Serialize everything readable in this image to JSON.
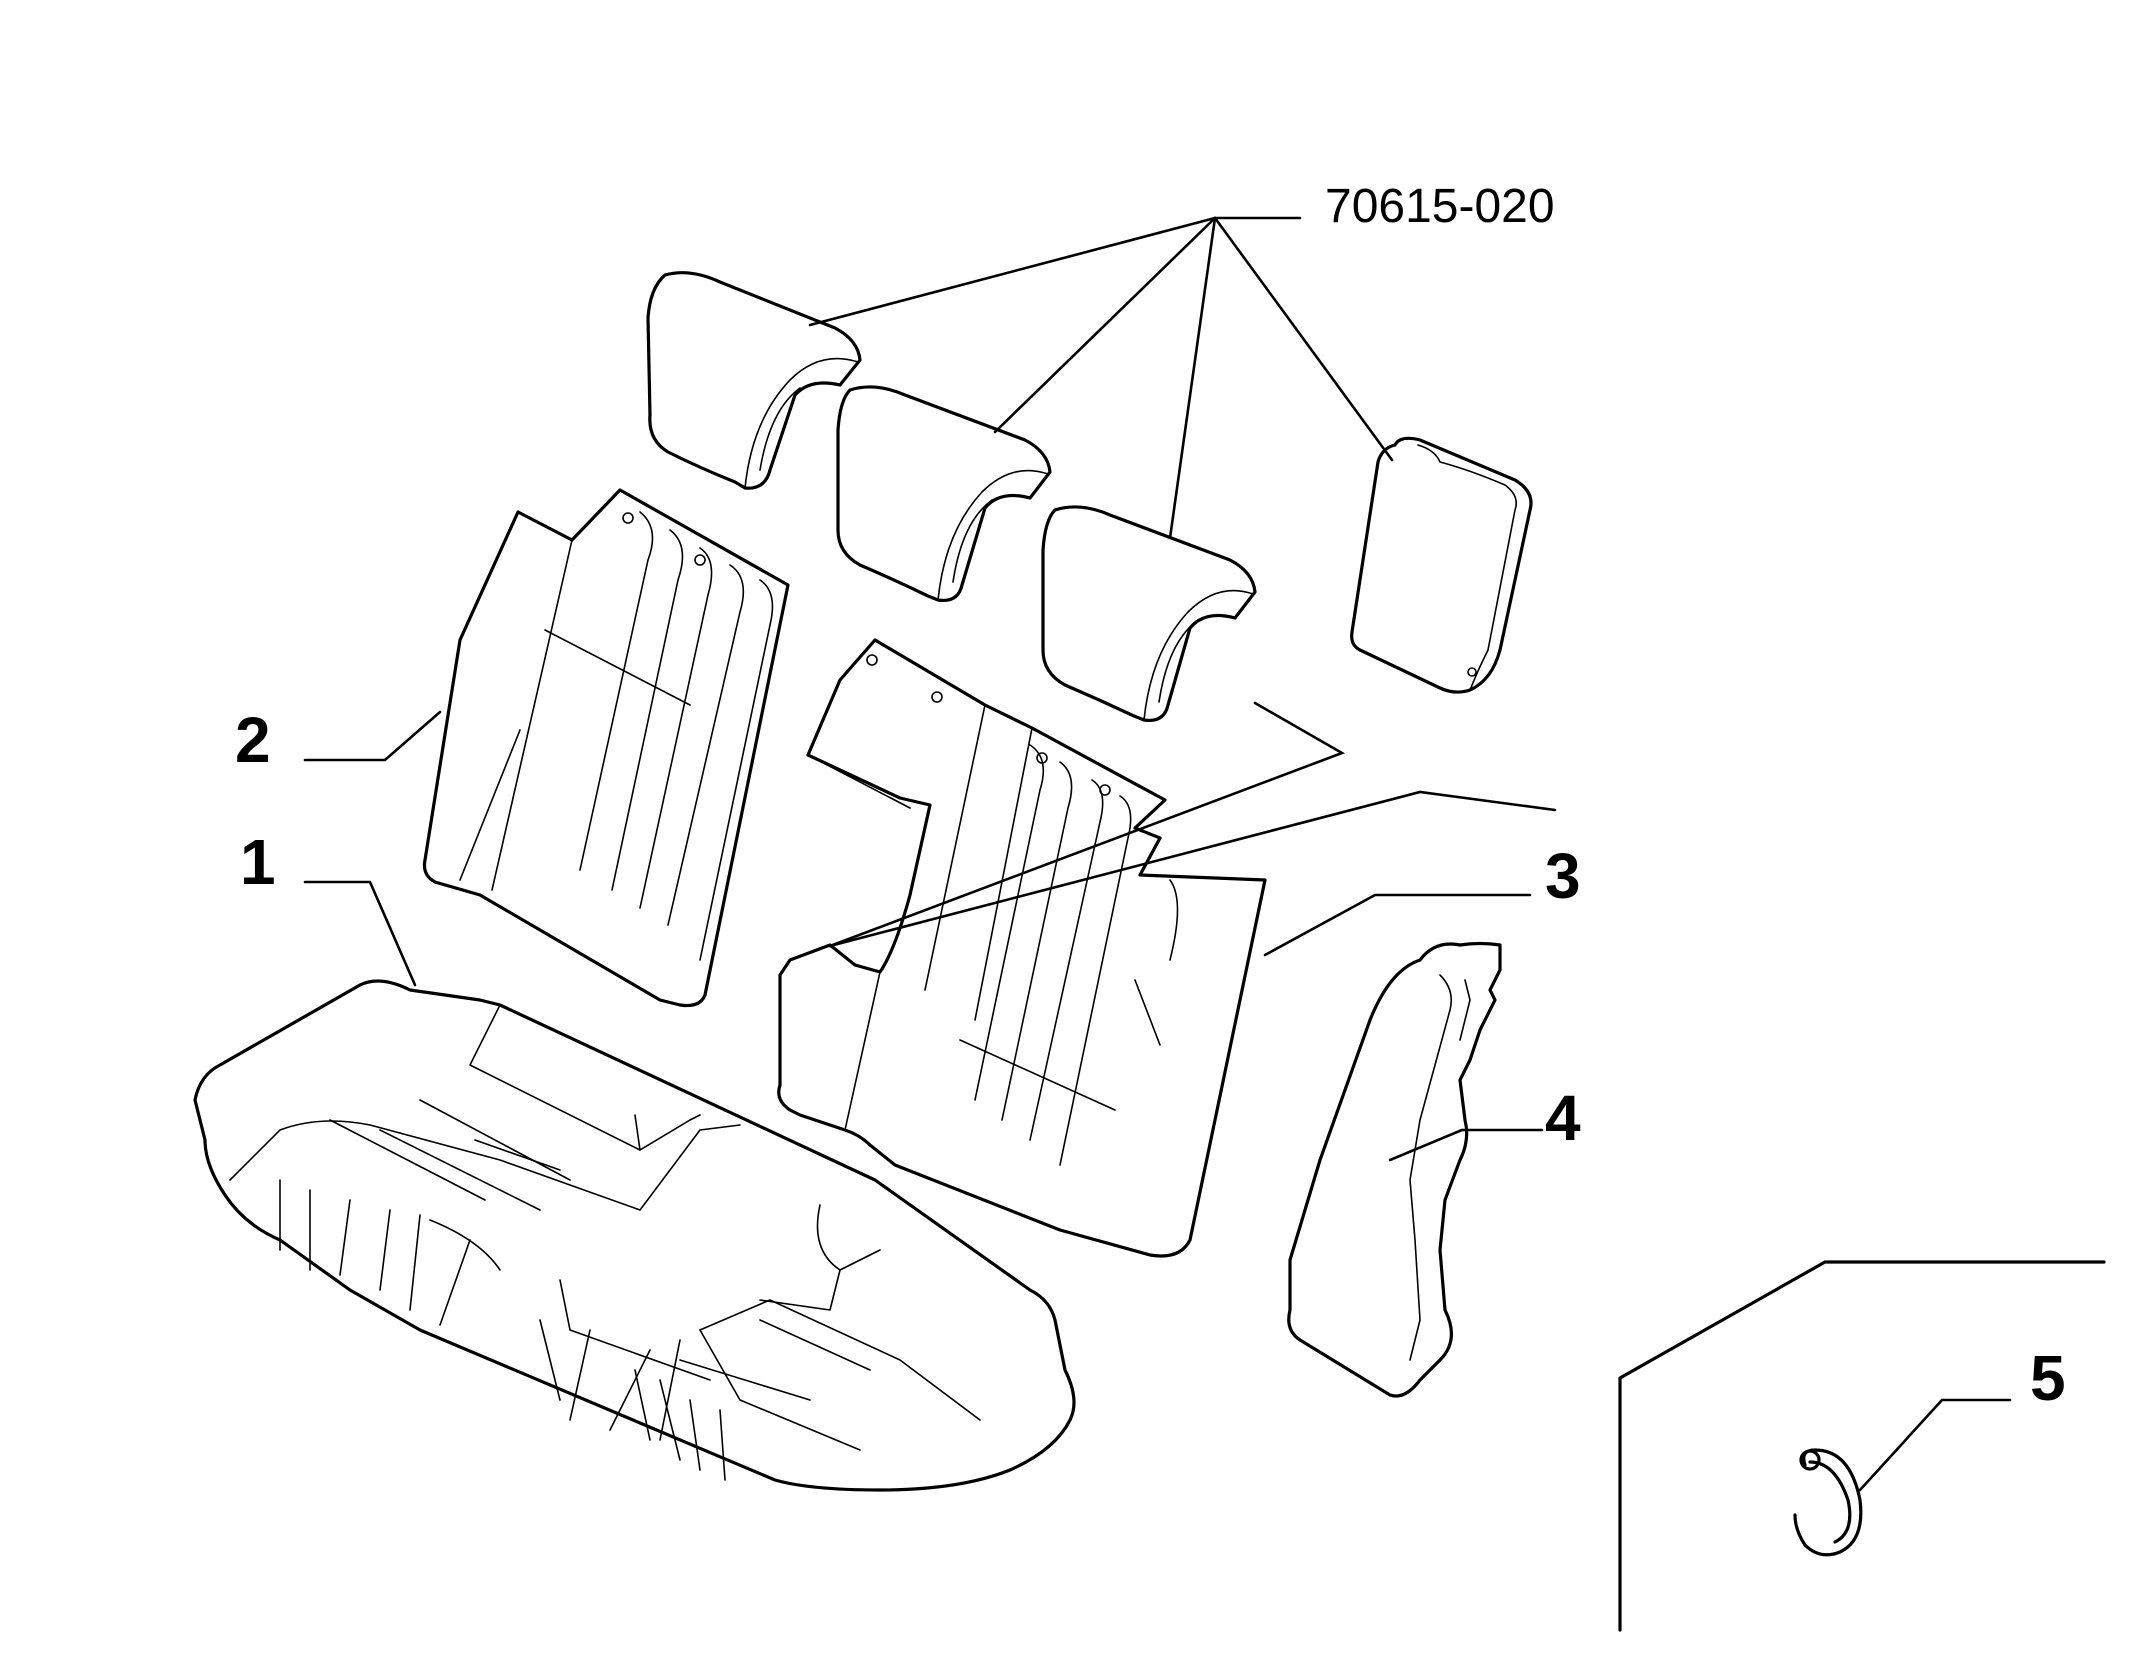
{
  "reference_code": "70615-020",
  "callouts": [
    {
      "id": "1",
      "label": "1"
    },
    {
      "id": "2",
      "label": "2"
    },
    {
      "id": "3",
      "label": "3"
    },
    {
      "id": "4",
      "label": "4"
    },
    {
      "id": "5",
      "label": "5"
    }
  ]
}
